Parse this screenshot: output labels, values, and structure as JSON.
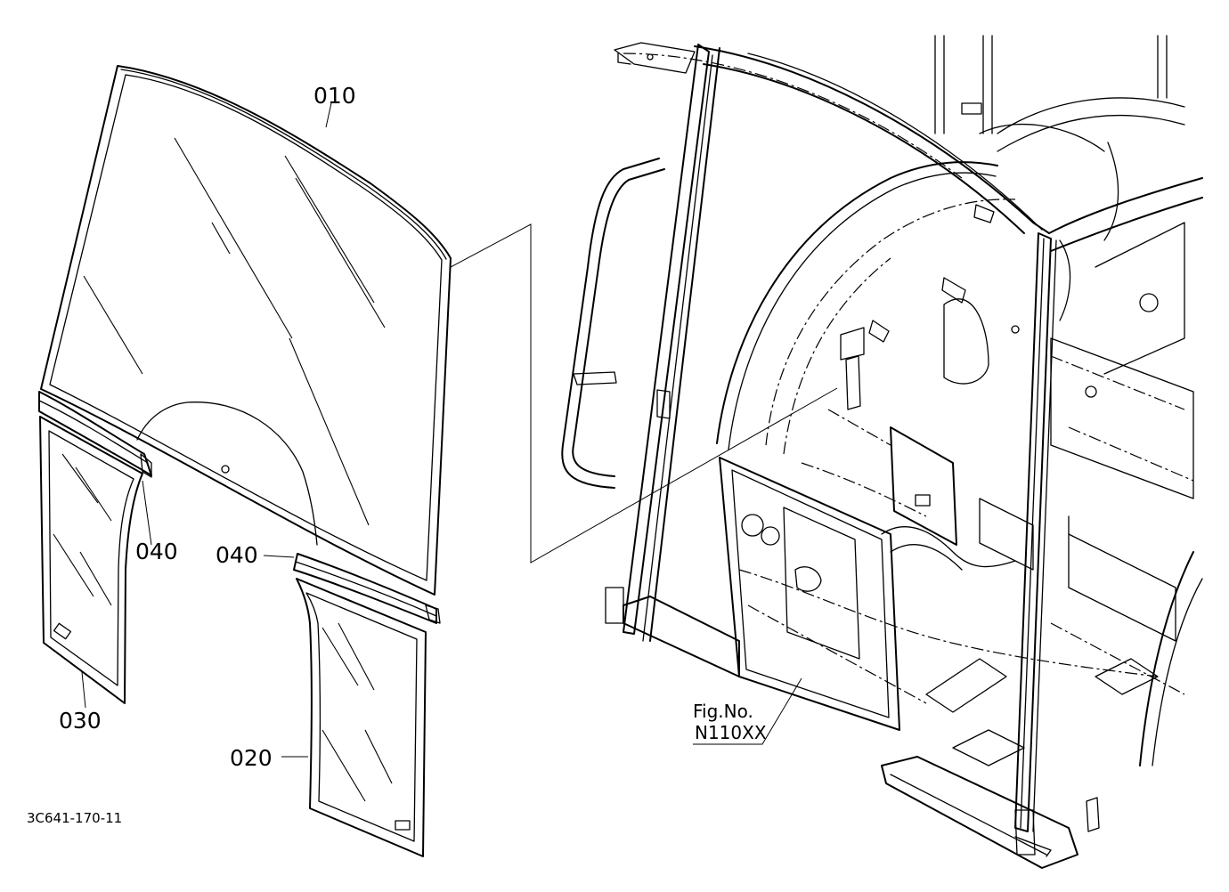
{
  "callouts": {
    "windshield": "010",
    "right_door_glass": "020",
    "left_door_glass": "030",
    "molding_left": "040",
    "molding_right": "040"
  },
  "figure_ref": {
    "prefix": "Fig.No.",
    "number": "N110XX"
  },
  "drawing_code": "3C641-170-11"
}
